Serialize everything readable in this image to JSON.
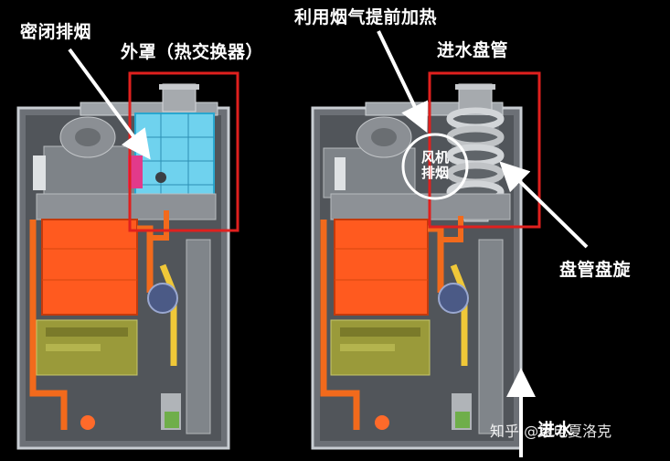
{
  "labels": {
    "sealed_exhaust": "密闭排烟",
    "cover": "外罩（热交换器）",
    "flue_preheat": "利用烟气提前加热",
    "inlet_coil": "进水盘管",
    "fan_exhaust_line1": "风机",
    "fan_exhaust_line2": "排烟",
    "coil_spiral": "盘管盘旋",
    "water_inlet": "进水"
  },
  "watermark": {
    "platform": "知乎",
    "author": "@家电夏洛克"
  },
  "colors": {
    "background": "#000000",
    "highlight_box": "#e0201e",
    "heat_exchanger": "#ff5a1f",
    "cover_blue": "#6fd2ee",
    "control_board": "#9a9a3a",
    "chassis": "#8a8f96",
    "label_text": "#ffffff"
  }
}
